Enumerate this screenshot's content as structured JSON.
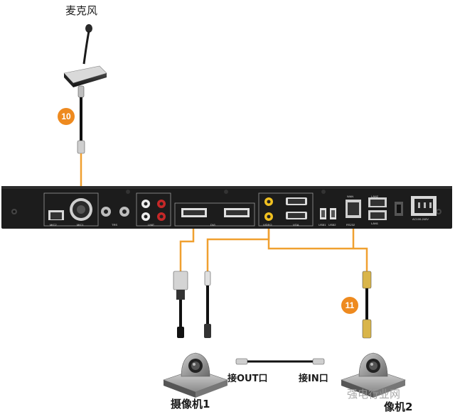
{
  "labels": {
    "microphone": "麦克风",
    "camera1": "摄像机1",
    "camera2": "像机2",
    "out_link": "接OUT口",
    "in_link": "接IN口"
  },
  "badges": {
    "mic_cable": "10",
    "camera2_cable": "11"
  },
  "panel_ports": {
    "mic2": "MIC2",
    "mic1": "MIC1",
    "trs": "TRS",
    "line": "LINE",
    "dvi": "DVI",
    "vga": "VGA",
    "video": "VIDEO",
    "usb1": "USB1",
    "usb2": "USB2",
    "rs232": "RS232",
    "wan": "WAN",
    "lan1": "LAN1",
    "lan2": "LAN2",
    "power": "AC100-240V"
  },
  "watermark": "强电行业网",
  "colors": {
    "cable_orange": "#f0a030",
    "badge": "#ee8a1f",
    "panel": "#1c1c1c"
  }
}
